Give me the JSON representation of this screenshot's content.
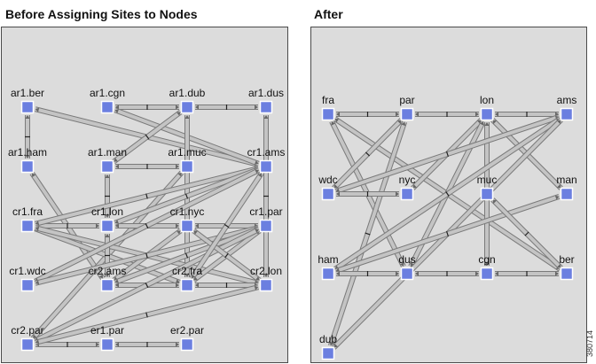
{
  "titles": {
    "before": "Before Assigning Sites to Nodes",
    "after": "After"
  },
  "figure_id": "380714",
  "colors": {
    "panel_bg": "#dcdcdc",
    "node_fill": "#6b7fe0",
    "link_fill": "#c4c4c4",
    "link_stroke": "#7a7a7a"
  },
  "before": {
    "nodes": [
      {
        "id": "ar1.ber",
        "label": "ar1.ber"
      },
      {
        "id": "ar1.cgn",
        "label": "ar1.cgn"
      },
      {
        "id": "ar1.dub",
        "label": "ar1.dub"
      },
      {
        "id": "ar1.dus",
        "label": "ar1.dus"
      },
      {
        "id": "ar1.ham",
        "label": "ar1.ham"
      },
      {
        "id": "ar1.man",
        "label": "ar1.man"
      },
      {
        "id": "ar1.muc",
        "label": "ar1.muc"
      },
      {
        "id": "cr1.ams",
        "label": "cr1.ams"
      },
      {
        "id": "cr1.fra",
        "label": "cr1.fra"
      },
      {
        "id": "cr1.lon",
        "label": "cr1.lon"
      },
      {
        "id": "cr1.nyc",
        "label": "cr1.nyc"
      },
      {
        "id": "cr1.par",
        "label": "cr1.par"
      },
      {
        "id": "cr1.wdc",
        "label": "cr1.wdc"
      },
      {
        "id": "cr2.ams",
        "label": "cr2.ams"
      },
      {
        "id": "cr2.fra",
        "label": "cr2.fra"
      },
      {
        "id": "cr2.lon",
        "label": "cr2.lon"
      },
      {
        "id": "cr2.par",
        "label": "cr2.par"
      },
      {
        "id": "er1.par",
        "label": "er1.par"
      },
      {
        "id": "er2.par",
        "label": "er2.par"
      }
    ],
    "links": [
      [
        "ar1.cgn",
        "ar1.dub"
      ],
      [
        "ar1.dub",
        "ar1.dus"
      ],
      [
        "ar1.ber",
        "ar1.ham"
      ],
      [
        "ar1.ber",
        "cr1.ams"
      ],
      [
        "ar1.cgn",
        "cr1.ams"
      ],
      [
        "ar1.dub",
        "ar1.man"
      ],
      [
        "ar1.dub",
        "cr2.fra"
      ],
      [
        "ar1.dus",
        "cr2.lon"
      ],
      [
        "ar1.ham",
        "cr2.ams"
      ],
      [
        "ar1.man",
        "cr1.lon"
      ],
      [
        "ar1.man",
        "ar1.muc"
      ],
      [
        "ar1.muc",
        "cr2.par"
      ],
      [
        "cr1.fra",
        "cr1.lon"
      ],
      [
        "cr1.lon",
        "cr1.nyc"
      ],
      [
        "cr1.nyc",
        "cr1.par"
      ],
      [
        "cr1.fra",
        "cr1.ams"
      ],
      [
        "cr1.lon",
        "cr1.ams"
      ],
      [
        "cr1.fra",
        "cr2.fra"
      ],
      [
        "cr1.fra",
        "cr2.lon"
      ],
      [
        "cr1.lon",
        "cr2.ams"
      ],
      [
        "cr1.nyc",
        "cr2.ams"
      ],
      [
        "cr1.wdc",
        "cr1.ams"
      ],
      [
        "cr1.wdc",
        "cr1.par"
      ],
      [
        "cr2.ams",
        "cr2.fra"
      ],
      [
        "cr2.fra",
        "cr2.lon"
      ],
      [
        "cr2.ams",
        "cr1.par"
      ],
      [
        "cr2.fra",
        "cr1.par"
      ],
      [
        "cr2.par",
        "er1.par"
      ],
      [
        "er1.par",
        "er2.par"
      ],
      [
        "cr2.par",
        "cr1.par"
      ],
      [
        "cr2.par",
        "cr2.lon"
      ],
      [
        "cr1.nyc",
        "cr2.lon"
      ],
      [
        "cr1.ams",
        "cr2.fra"
      ]
    ]
  },
  "after": {
    "nodes": [
      {
        "id": "fra",
        "label": "fra"
      },
      {
        "id": "par",
        "label": "par"
      },
      {
        "id": "lon",
        "label": "lon"
      },
      {
        "id": "ams",
        "label": "ams"
      },
      {
        "id": "wdc",
        "label": "wdc"
      },
      {
        "id": "nyc",
        "label": "nyc"
      },
      {
        "id": "muc",
        "label": "muc"
      },
      {
        "id": "man",
        "label": "man"
      },
      {
        "id": "ham",
        "label": "ham"
      },
      {
        "id": "dus",
        "label": "dus"
      },
      {
        "id": "cgn",
        "label": "cgn"
      },
      {
        "id": "ber",
        "label": "ber"
      },
      {
        "id": "dub",
        "label": "dub"
      }
    ],
    "links": [
      [
        "fra",
        "par"
      ],
      [
        "par",
        "lon"
      ],
      [
        "lon",
        "ams"
      ],
      [
        "fra",
        "dus"
      ],
      [
        "fra",
        "ber"
      ],
      [
        "par",
        "wdc"
      ],
      [
        "par",
        "dub"
      ],
      [
        "lon",
        "nyc"
      ],
      [
        "lon",
        "dus"
      ],
      [
        "lon",
        "man"
      ],
      [
        "lon",
        "cgn"
      ],
      [
        "ams",
        "wdc"
      ],
      [
        "ams",
        "ham"
      ],
      [
        "ams",
        "dub"
      ],
      [
        "wdc",
        "nyc"
      ],
      [
        "ham",
        "man"
      ],
      [
        "ham",
        "dus"
      ],
      [
        "dus",
        "cgn"
      ],
      [
        "cgn",
        "ber"
      ],
      [
        "muc",
        "ber"
      ]
    ]
  }
}
